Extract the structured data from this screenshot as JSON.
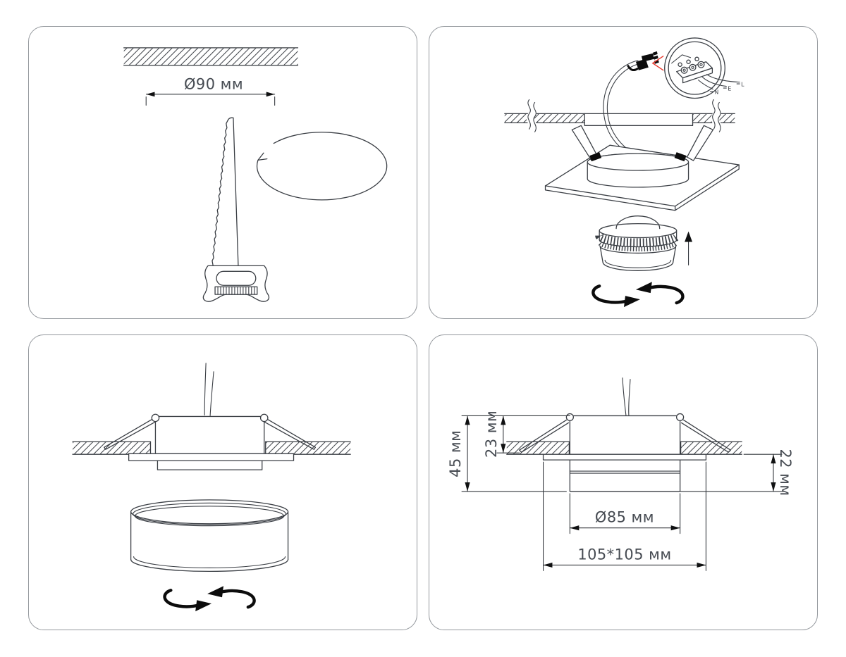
{
  "steps": {
    "cut_hole": {
      "dimension_label": "Ø90 мм"
    },
    "wiring": {
      "terminal_label_n": "N",
      "terminal_label_e": "E",
      "terminal_label_l": "L"
    },
    "insert_lamp": {},
    "dimensions": {
      "total_height": "45 мм",
      "above_ceiling": "23 мм",
      "below_ceiling": "22 мм",
      "lamp_diameter": "Ø85 мм",
      "plate_size": "105*105 мм"
    }
  },
  "colors": {
    "line": "#3a3e44",
    "black": "#0c0c0c",
    "red": "#e8362a",
    "panel_border": "#94989d",
    "text": "#464b52"
  }
}
